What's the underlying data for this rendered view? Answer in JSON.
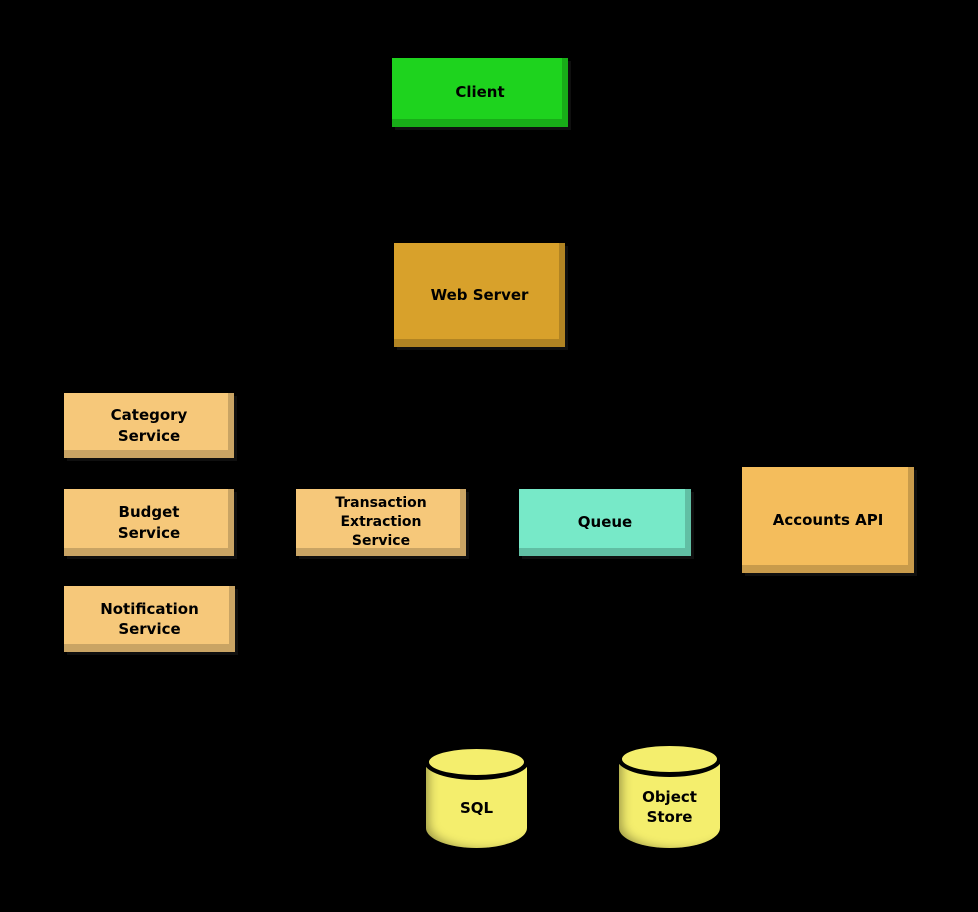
{
  "diagram": {
    "background_color": "#000000",
    "text_color": "#000000",
    "nodes": {
      "client": {
        "label": "Client",
        "color": "#1ed31e",
        "shape": "box"
      },
      "web_server": {
        "label": "Web Server",
        "color": "#d8a12b",
        "shape": "box"
      },
      "category_service": {
        "label": "Category\nService",
        "color": "#f6c87a",
        "shape": "box"
      },
      "budget_service": {
        "label": "Budget\nService",
        "color": "#f6c87a",
        "shape": "box"
      },
      "notification_service": {
        "label": "Notification\nService",
        "color": "#f6c87a",
        "shape": "box"
      },
      "transaction_service": {
        "label": "Transaction\nExtraction\nService",
        "color": "#f6c87a",
        "shape": "box"
      },
      "queue": {
        "label": "Queue",
        "color": "#77e9c8",
        "shape": "box"
      },
      "accounts_api": {
        "label": "Accounts API",
        "color": "#f4bd5c",
        "shape": "box"
      },
      "sql": {
        "label": "SQL",
        "color": "#f4ee6d",
        "shape": "cylinder"
      },
      "object_store": {
        "label": "Object\nStore",
        "color": "#f4ee6d",
        "shape": "cylinder"
      }
    }
  }
}
